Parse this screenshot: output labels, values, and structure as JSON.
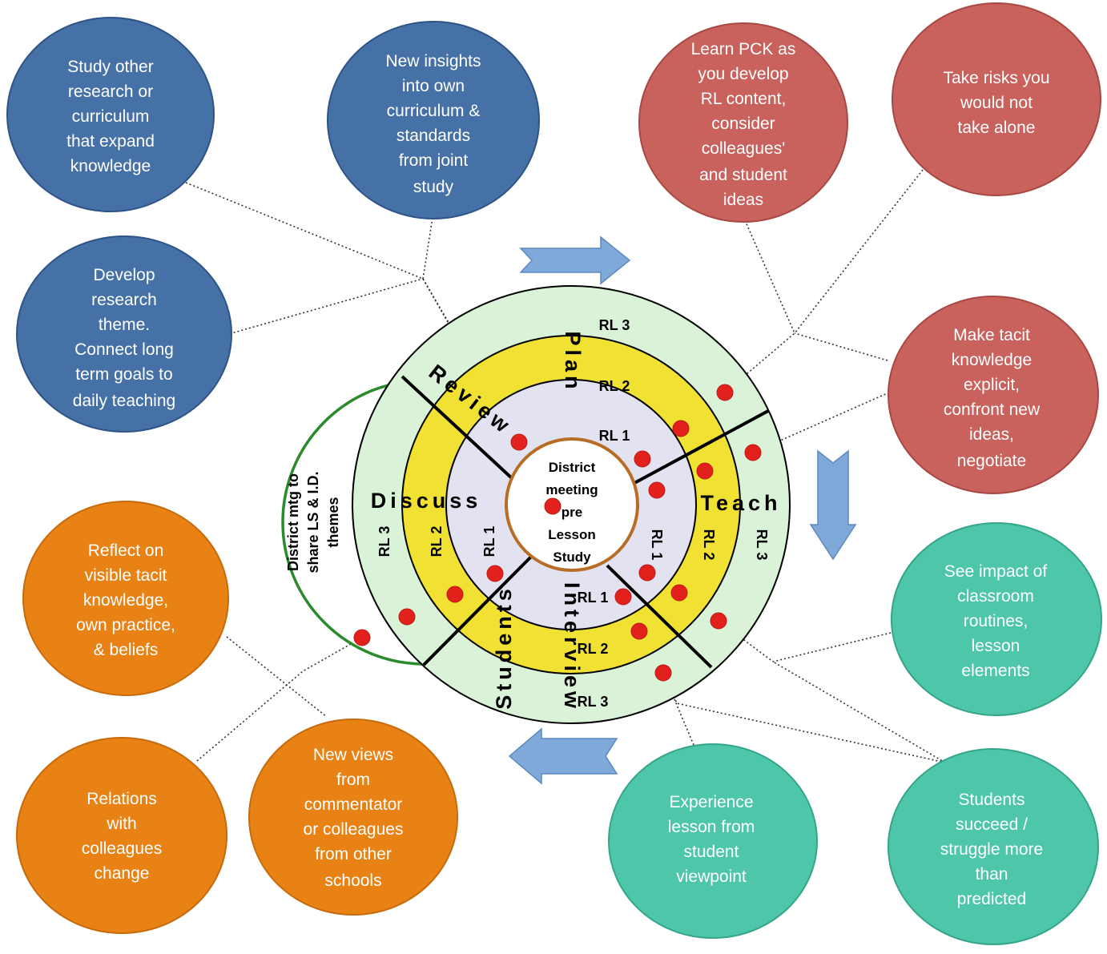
{
  "colors": {
    "blue": "#4671a6",
    "red": "#c9615c",
    "orange": "#e98214",
    "teal": "#4ec6aa",
    "ring_outer": "#daf2d8",
    "ring_middle": "#f1e132",
    "ring_inner": "#e2e2f0",
    "center_border": "#b86d27",
    "district_border": "#2b8a2b",
    "arrow": "#7fa9d9"
  },
  "bubbles": {
    "study_other": [
      "Study other",
      "research or",
      "curriculum",
      "that expand",
      "knowledge"
    ],
    "new_insights": [
      "New insights",
      "into own",
      "curriculum &",
      "standards",
      "from joint",
      "study"
    ],
    "develop_theme": [
      "Develop",
      "research",
      "theme.",
      "Connect long",
      "term goals to",
      "daily teaching"
    ],
    "learn_pck": [
      "Learn PCK as",
      "you develop",
      "RL content,",
      "consider",
      "colleagues'",
      "and student",
      "ideas"
    ],
    "take_risks": [
      "Take risks you",
      "would not",
      "take alone"
    ],
    "make_tacit": [
      "Make tacit",
      "knowledge",
      "explicit,",
      "confront new",
      "ideas,",
      "negotiate"
    ],
    "see_impact": [
      "See impact of",
      "classroom",
      "routines,",
      "lesson",
      "elements"
    ],
    "students_succeed": [
      "Students",
      "succeed /",
      "struggle more",
      "than",
      "predicted"
    ],
    "experience_lesson": [
      "Experience",
      "lesson from",
      "student",
      "viewpoint"
    ],
    "new_views": [
      "New views",
      "from",
      "commentator",
      "or  colleagues",
      "from other",
      "schools"
    ],
    "relations": [
      "Relations",
      "with",
      "colleagues",
      "change"
    ],
    "reflect": [
      "Reflect on",
      "visible tacit",
      "knowledge,",
      "own practice,",
      "& beliefs"
    ]
  },
  "rings": {
    "rl3": "RL 3",
    "rl2": "RL 2",
    "rl1": "RL 1"
  },
  "phases": {
    "plan": "Plan",
    "teach": "Teach",
    "interview": "Interview",
    "students": "Students",
    "discuss": "Discuss",
    "review": "Review"
  },
  "center": [
    "District",
    "meeting",
    "pre",
    "Lesson",
    "Study"
  ],
  "district": [
    "District mtg to",
    "share LS & I.D.",
    "themes"
  ]
}
